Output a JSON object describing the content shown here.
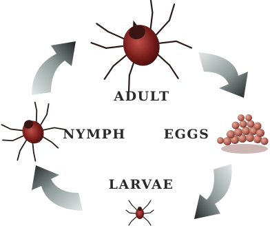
{
  "diagram": {
    "stages": [
      {
        "id": "adult",
        "label": "Adult"
      },
      {
        "id": "eggs",
        "label": "Eggs"
      },
      {
        "id": "larvae",
        "label": "Larvae"
      },
      {
        "id": "nymph",
        "label": "Nymph"
      }
    ],
    "colors": {
      "tick_body": "#7a1e1c",
      "tick_shell": "#8e2a26",
      "tick_legs": "#2b1a17",
      "egg": "#b5695c",
      "arrow_dark": "#1f2426",
      "arrow_light": "#e3e9e8"
    },
    "icons": [
      "adult-tick-icon",
      "egg-cluster-icon",
      "larva-tick-icon",
      "nymph-tick-icon",
      "cycle-arrow-icon"
    ]
  }
}
